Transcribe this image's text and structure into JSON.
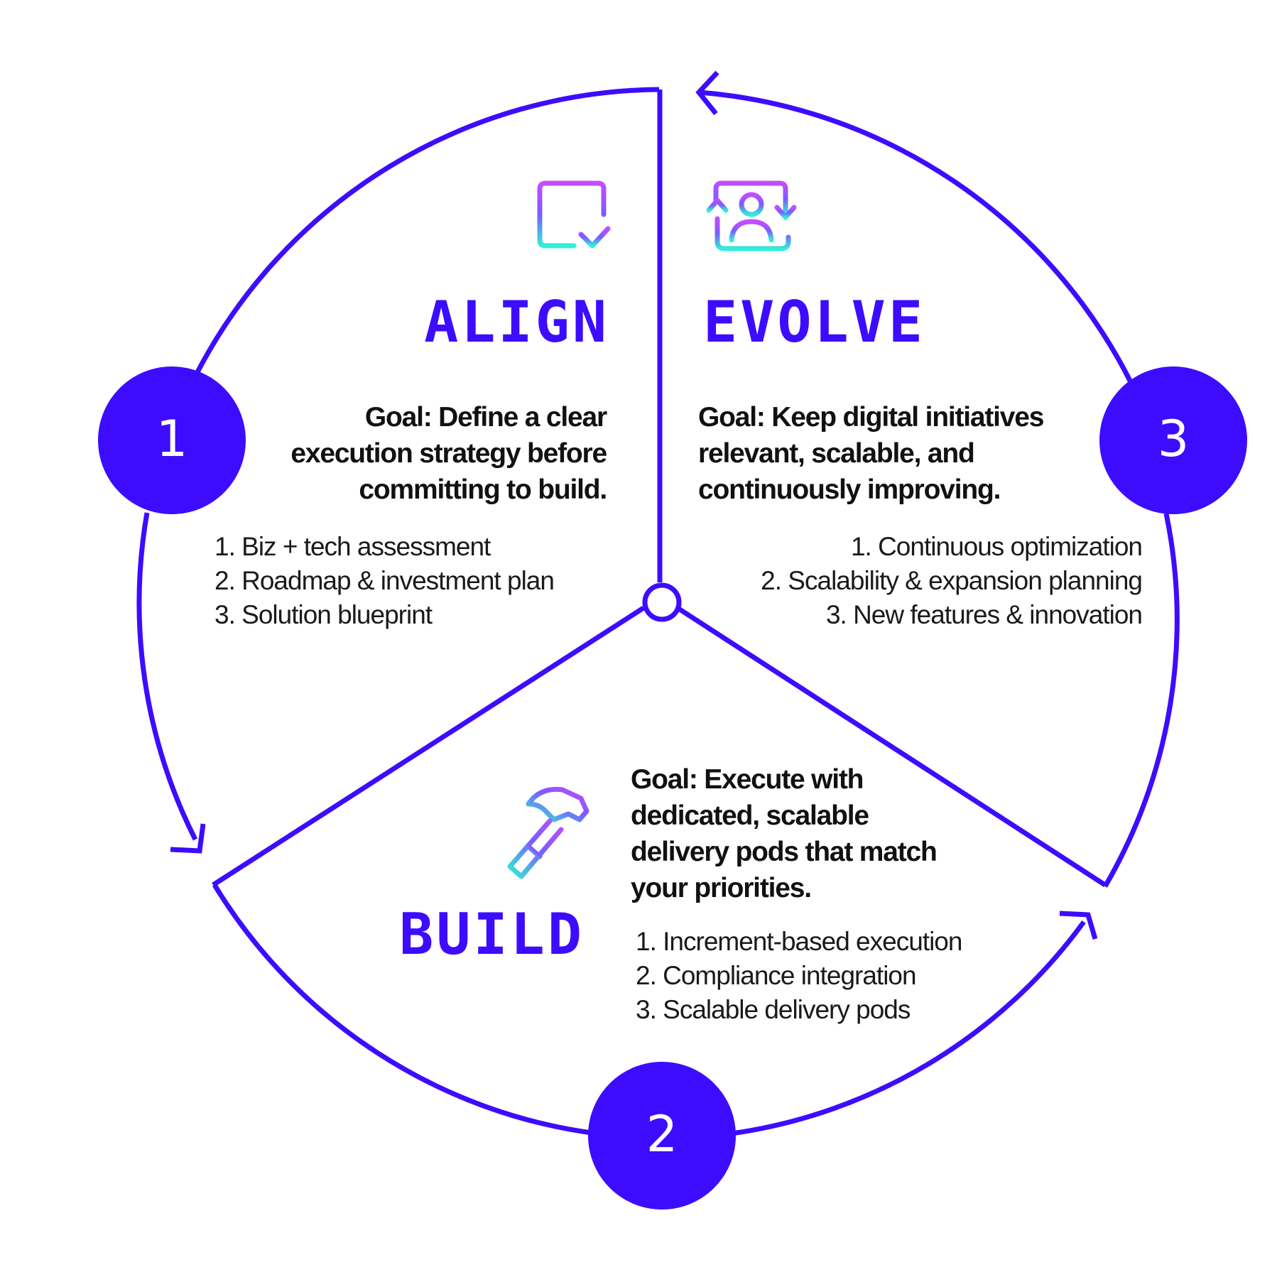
{
  "colors": {
    "accent": "#3d0cff",
    "text": "#111111",
    "badge_text": "#ffffff",
    "icon_gradient": [
      "#c44dff",
      "#7a5cff",
      "#2ff0d8"
    ]
  },
  "stages": [
    {
      "number": "1",
      "title": "ALIGN",
      "icon": "document-check-icon",
      "goal_lines": [
        "Goal: Define a clear",
        "execution strategy before",
        "committing to build."
      ],
      "items": [
        "1. Biz + tech assessment",
        "2.  Roadmap & investment plan",
        "3. Solution blueprint"
      ]
    },
    {
      "number": "2",
      "title": "BUILD",
      "icon": "hammer-icon",
      "goal_lines": [
        "Goal: Execute with",
        "dedicated, scalable",
        "delivery pods that match",
        "your priorities."
      ],
      "items": [
        "1.  Increment-based execution",
        "2.  Compliance integration",
        "3.  Scalable delivery pods"
      ]
    },
    {
      "number": "3",
      "title": "EVOLVE",
      "icon": "user-refresh-icon",
      "goal_lines": [
        "Goal: Keep digital initiatives",
        "relevant, scalable, and",
        "continuously improving."
      ],
      "items": [
        "1. Continuous optimization",
        "2. Scalability & expansion planning",
        "3. New features & innovation"
      ]
    }
  ]
}
